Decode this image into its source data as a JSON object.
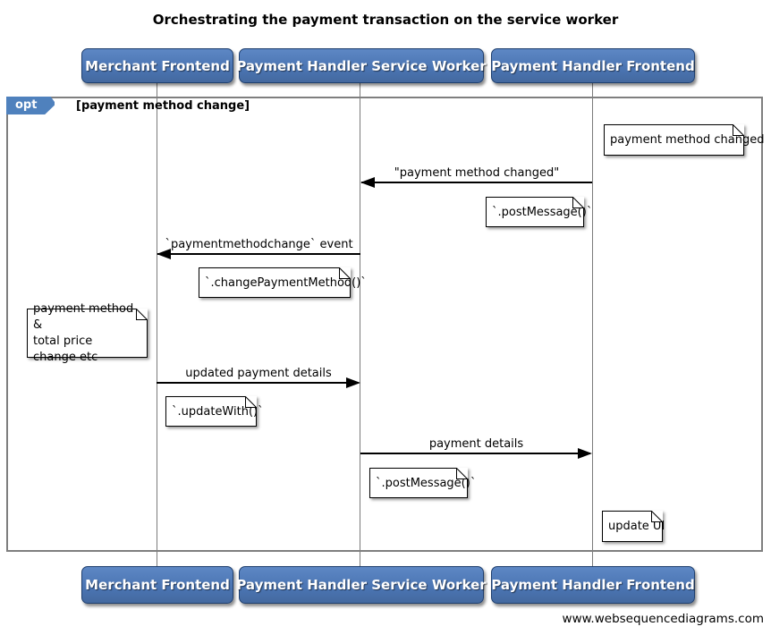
{
  "title": "Orchestrating the payment transaction on the service worker",
  "actors": [
    {
      "label": "Merchant Frontend"
    },
    {
      "label": "Payment Handler Service Worker"
    },
    {
      "label": "Payment Handler Frontend"
    }
  ],
  "frame": {
    "operator": "opt",
    "guard": "[payment method change]"
  },
  "messages": [
    {
      "label": "\"payment method changed\"",
      "from": "Payment Handler Frontend",
      "to": "Payment Handler Service Worker",
      "direction": "left"
    },
    {
      "label": "`paymentmethodchange` event",
      "from": "Payment Handler Service Worker",
      "to": "Merchant Frontend",
      "direction": "left"
    },
    {
      "label": "updated payment details",
      "from": "Merchant Frontend",
      "to": "Payment Handler Service Worker",
      "direction": "right"
    },
    {
      "label": "payment details",
      "from": "Payment Handler Service Worker",
      "to": "Payment Handler Frontend",
      "direction": "right"
    }
  ],
  "notes": [
    {
      "text": "payment method changed"
    },
    {
      "text": "`.postMessage()`"
    },
    {
      "text": "`.changePaymentMethod()`"
    },
    {
      "text": "payment method &\ntotal price change etc"
    },
    {
      "text": "`.updateWith()`"
    },
    {
      "text": "`.postMessage()`"
    },
    {
      "text": "update UI"
    }
  ],
  "watermark": "www.websequencediagrams.com",
  "colors": {
    "actor_fill": "#4f81bd",
    "actor_border": "#1f3f6e",
    "frame_border": "#7f7f7f",
    "note_fill": "#ffffff",
    "arrow": "#000000",
    "text": "#000000"
  }
}
